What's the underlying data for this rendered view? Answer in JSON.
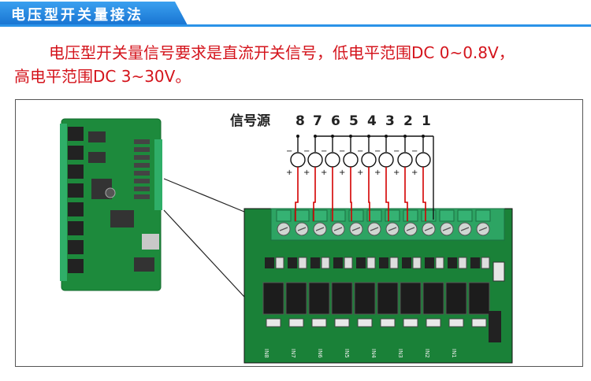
{
  "header": {
    "title": "电压型开关量接法",
    "accent_color": "#1e88e5"
  },
  "description": {
    "line1": "电压型开关量信号要求是直流开关信号，低电平范围DC 0~0.8V，",
    "line2": "高电平范围DC 3~30V。"
  },
  "diagram": {
    "source_label": "信号源",
    "channels": [
      "8",
      "7",
      "6",
      "5",
      "4",
      "3",
      "2",
      "1"
    ],
    "minus_symbol": "−",
    "plus_symbol": "+",
    "wire_color": "#d40000",
    "board_color": "#1f8a3a",
    "terminal_color": "#2ea56a",
    "input_labels": [
      "IN8",
      "IN7",
      "IN6",
      "IN5",
      "IN4",
      "IN3",
      "IN2",
      "IN1"
    ]
  }
}
